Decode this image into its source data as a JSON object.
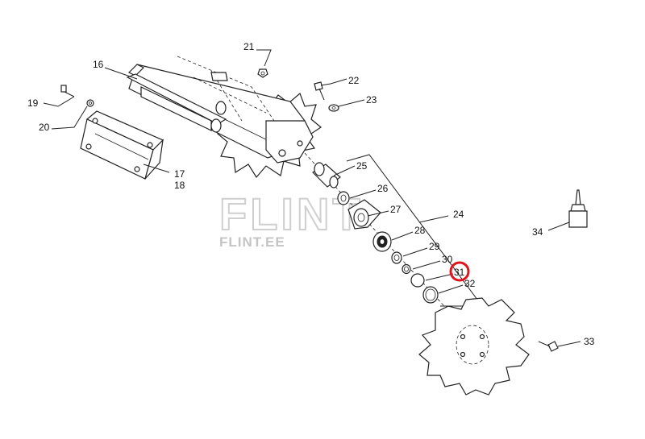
{
  "watermark": {
    "big": "FLINT",
    "small": "FLINT.EE"
  },
  "highlight_color": "#e0141e",
  "callouts": [
    "16",
    "17",
    "18",
    "19",
    "20",
    "21",
    "22",
    "23",
    "24",
    "25",
    "26",
    "27",
    "28",
    "29",
    "30",
    "31",
    "32",
    "33",
    "34"
  ]
}
